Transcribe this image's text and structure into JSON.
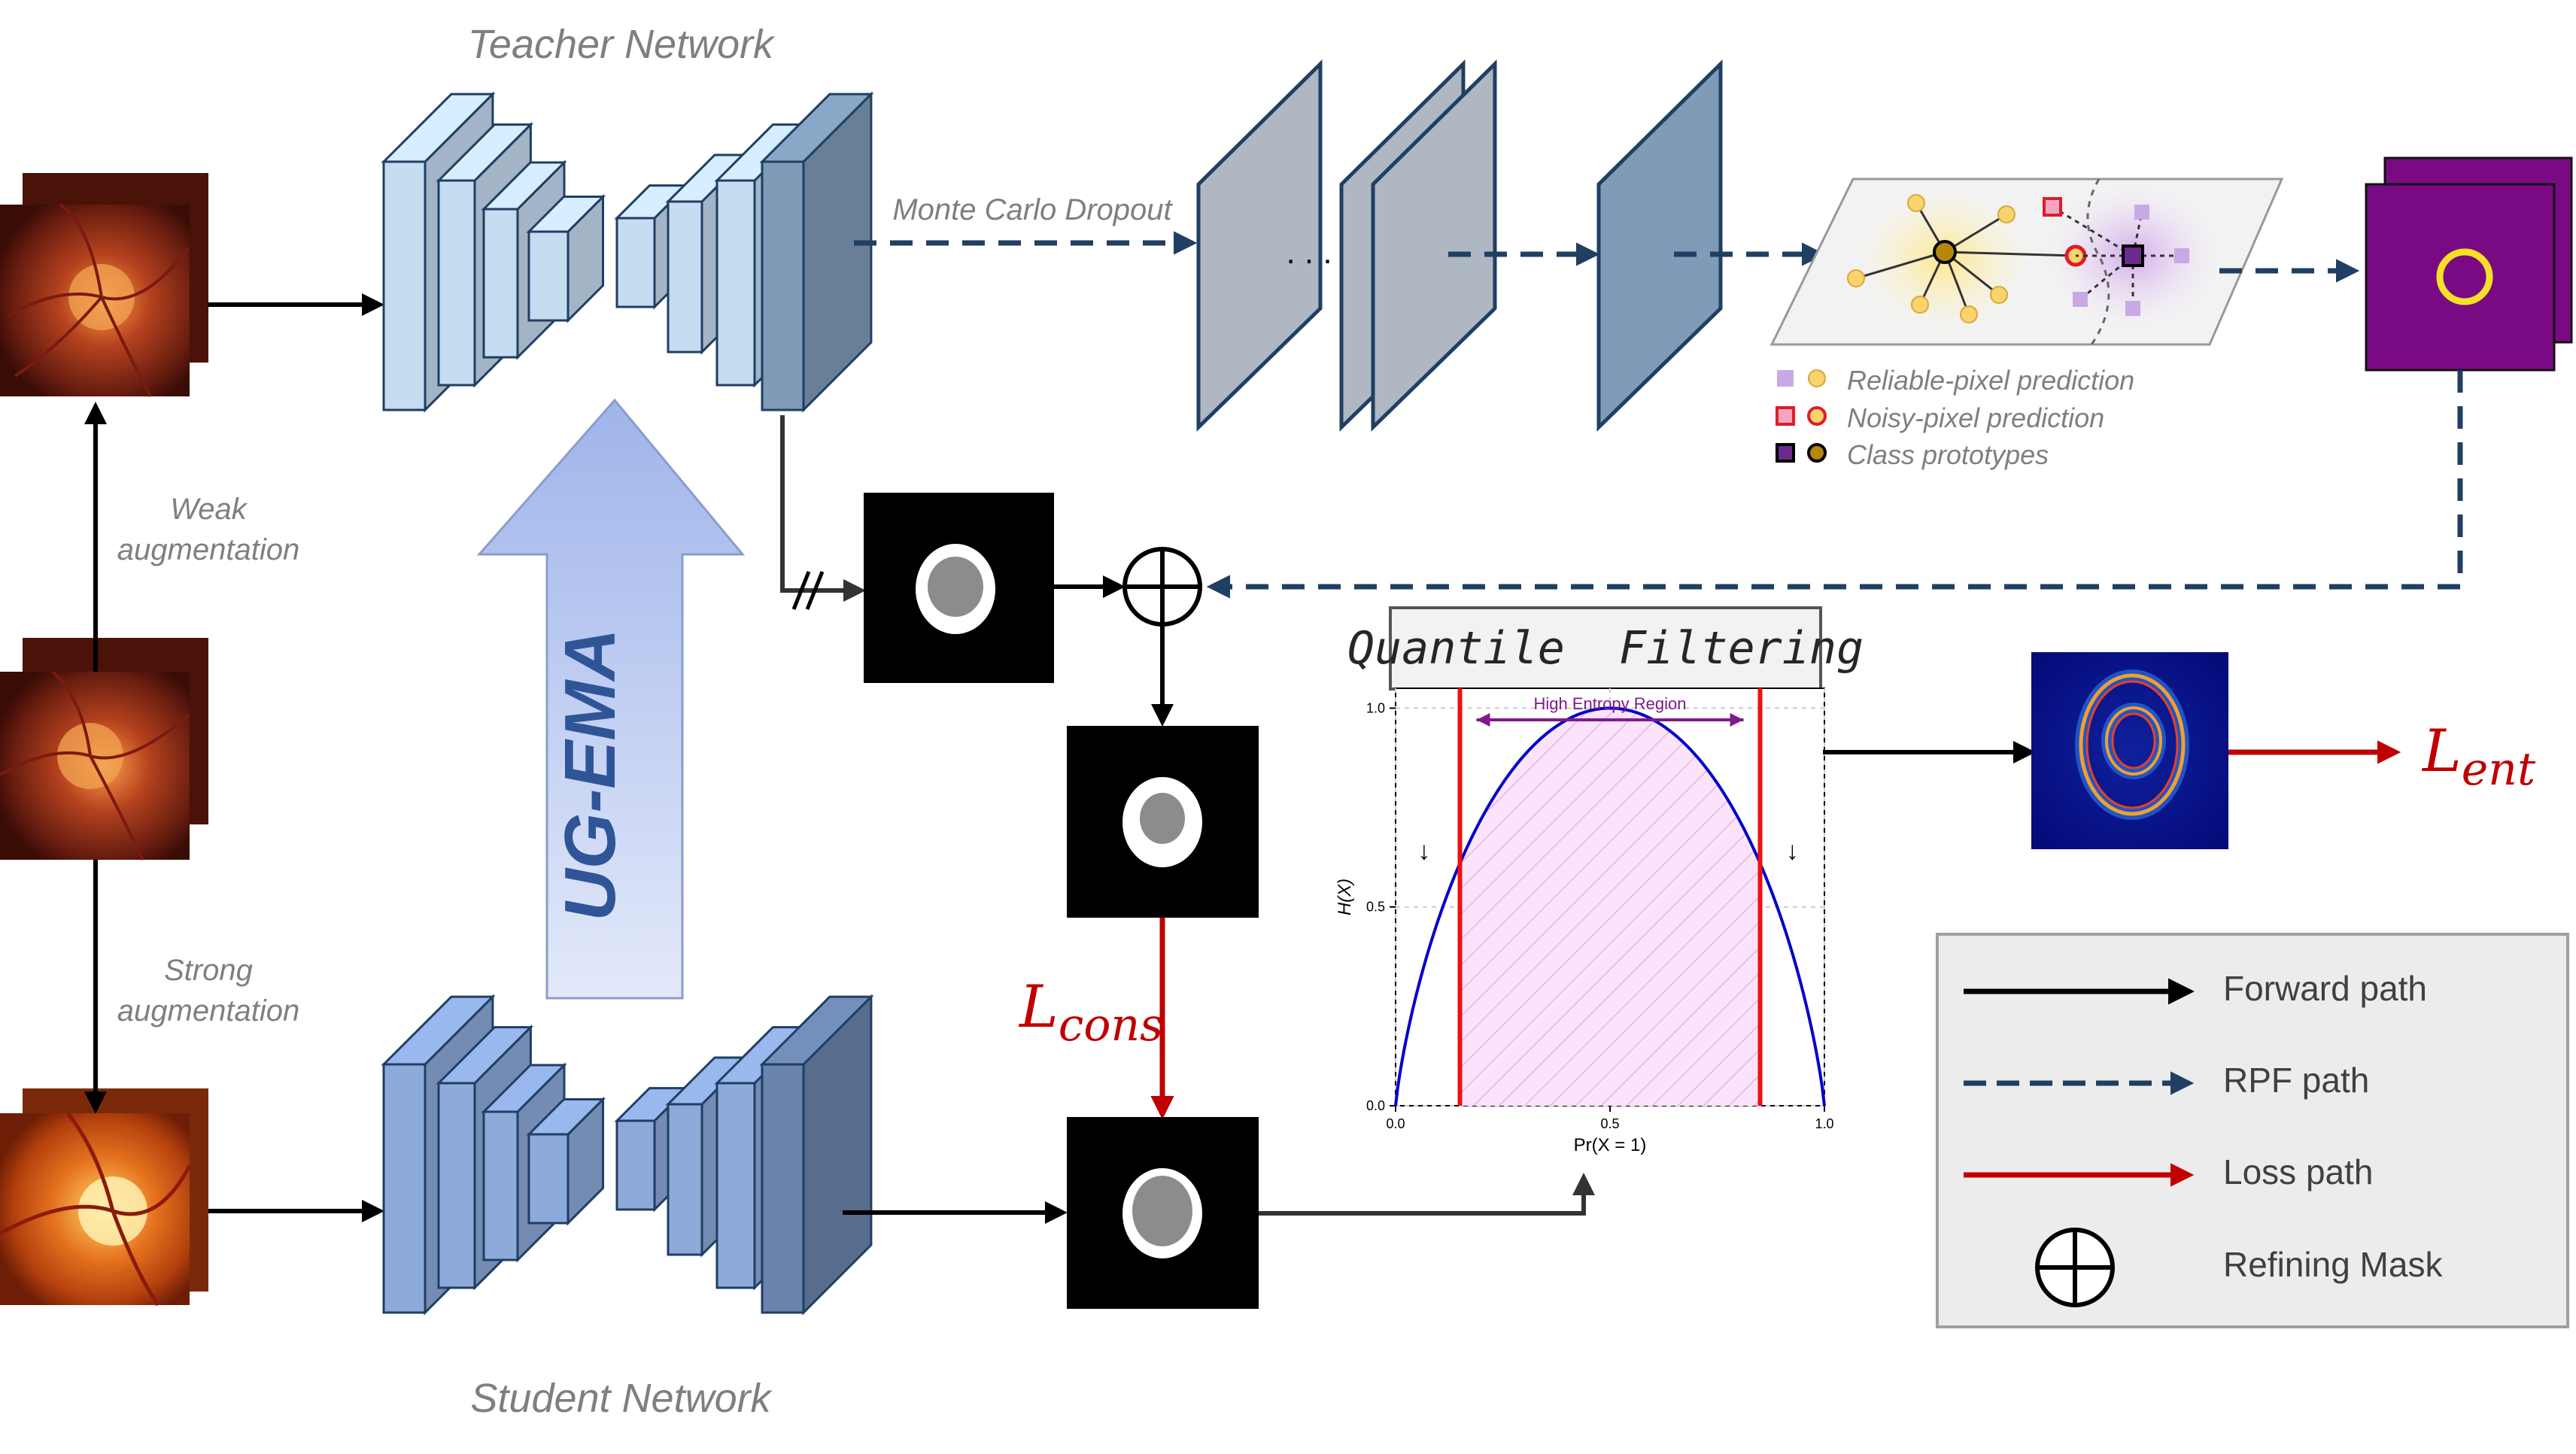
{
  "labels": {
    "teacher_network": "Teacher Network",
    "student_network": "Student Network",
    "monte_carlo_dropout": "Monte Carlo Dropout",
    "weak_aug_line1": "Weak",
    "weak_aug_line2": "augmentation",
    "strong_aug_line1": "Strong",
    "strong_aug_line2": "augmentation",
    "ug_ema": "UG-EMA",
    "ellipsis": ". . .",
    "l_cons_main": "L",
    "l_cons_sub": "cons",
    "l_ent_main": "L",
    "l_ent_sub": "ent"
  },
  "prototype_legend": {
    "items": [
      {
        "label": "Reliable-pixel prediction"
      },
      {
        "label": "Noisy-pixel prediction"
      },
      {
        "label": "Class prototypes"
      }
    ]
  },
  "quantile_panel": {
    "title": "Quantile  Filtering",
    "region_label": "High Entropy Region",
    "down_arrow": "↓"
  },
  "chart_data": {
    "type": "line",
    "series": [
      {
        "function": "binary entropy H(x) = -x log2 x - (1-x) log2 (1-x)"
      }
    ],
    "x_range": [
      0,
      1
    ],
    "ylim": [
      0,
      1.05
    ],
    "xlabel": "Pr(X = 1)",
    "ylabel": "H(X)",
    "x_ticks": [
      "0.0",
      "0.5",
      "1.0"
    ],
    "y_ticks": [
      "0.0",
      "0.5",
      "1.0"
    ],
    "tick_values": [
      0,
      0.5,
      1
    ],
    "quantile_bounds": [
      0.15,
      0.85
    ],
    "grid": true
  },
  "legend": {
    "items": [
      {
        "label": "Forward path"
      },
      {
        "label": "RPF path"
      },
      {
        "label": "Loss path"
      },
      {
        "label": "Refining Mask"
      }
    ]
  },
  "colors": {
    "forward": "#000000",
    "rpf": "#1f3f63",
    "loss": "#c00000",
    "teacher_block": "#c6dcf0",
    "student_block": "#8eaadb",
    "curve": "#0000cc",
    "quantile_line": "#ee1111",
    "region": "#7e1b89",
    "prototype_bg": "#7a0a84",
    "label_gray": "#7f7f7f"
  }
}
